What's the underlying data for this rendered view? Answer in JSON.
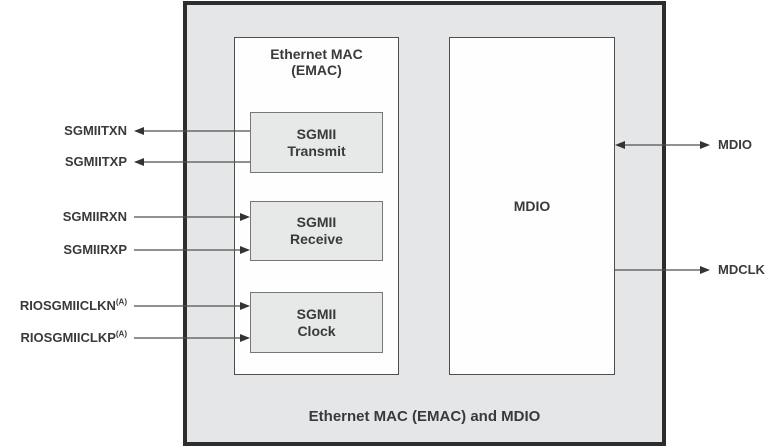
{
  "diagram": {
    "caption": "Ethernet MAC (EMAC) and MDIO",
    "emac_block": {
      "line1": "Ethernet MAC",
      "line2": "(EMAC)"
    },
    "sub_blocks": [
      {
        "line1": "SGMII",
        "line2": "Transmit"
      },
      {
        "line1": "SGMII",
        "line2": "Receive"
      },
      {
        "line1": "SGMII",
        "line2": "Clock"
      }
    ],
    "mdio_block": {
      "title": "MDIO"
    },
    "signals_left": [
      {
        "label": "SGMIITXN",
        "direction": "output"
      },
      {
        "label": "SGMIITXP",
        "direction": "output"
      },
      {
        "label": "SGMIIRXN",
        "direction": "input"
      },
      {
        "label": "SGMIIRXP",
        "direction": "input"
      },
      {
        "label": "RIOSGMIICLKN",
        "sup": "(A)",
        "direction": "input"
      },
      {
        "label": "RIOSGMIICLKP",
        "sup": "(A)",
        "direction": "input"
      }
    ],
    "signals_right": [
      {
        "label": "MDIO",
        "direction": "bidirectional"
      },
      {
        "label": "MDCLK",
        "direction": "output"
      }
    ],
    "colors": {
      "outer_fill": "#e5e6e7",
      "outer_border": "#2d2d2d",
      "block_fill": "#fefefe",
      "block_border": "#4d4d4d",
      "sub_block_fill": "#e7e8e8",
      "sub_block_border": "#777777",
      "text": "#3a3a3a",
      "arrow": "#333333"
    }
  }
}
